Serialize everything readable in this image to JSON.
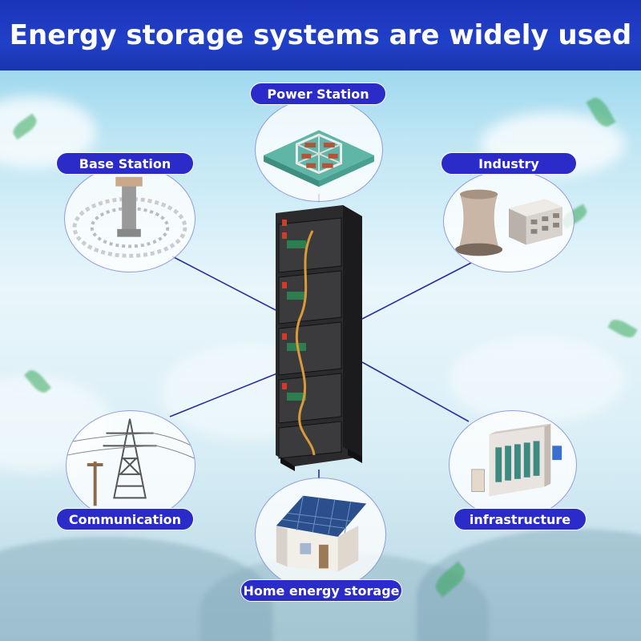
{
  "header": {
    "title": "Energy storage systems are widely used"
  },
  "applications": {
    "power_station": "Power Station",
    "base_station": "Base Station",
    "industry": "Industry",
    "communication": "Communication",
    "infrastructure": "infrastructure",
    "home_energy_storage": "Home energy storage"
  },
  "colors": {
    "header_blue": "#1f3cc4",
    "label_blue": "#2a2bc8",
    "connector_line": "#2a2f9c",
    "cabinet": "#2b2b2d"
  },
  "icons": {
    "center": "battery-rack-icon",
    "power_station": "solar-farm-icon",
    "base_station": "cell-tower-icon",
    "industry": "factory-icon",
    "communication": "power-pylon-icon",
    "infrastructure": "control-panel-icon",
    "home_energy_storage": "solar-house-icon"
  }
}
